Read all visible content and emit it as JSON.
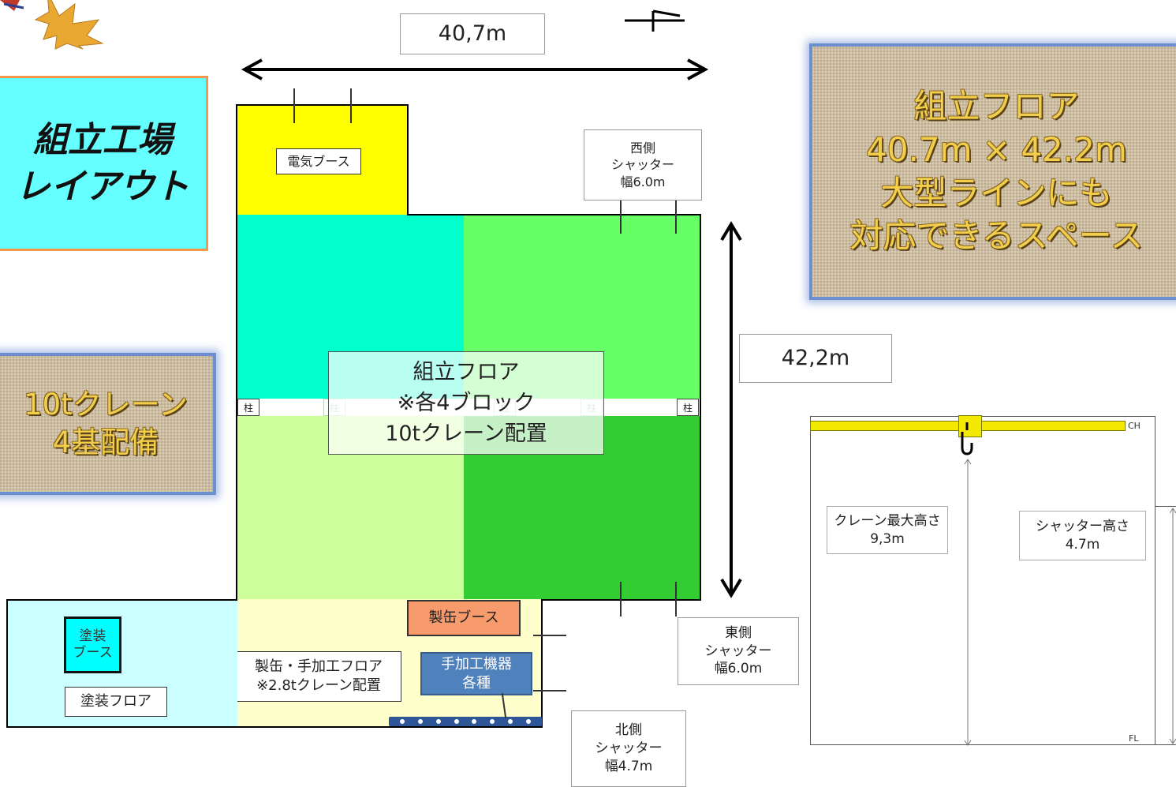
{
  "title_box": {
    "line1": "組立工場",
    "line2": "レイアウト"
  },
  "info_crane": {
    "line1": "10tクレーン",
    "line2": "4基配備"
  },
  "info_floor": {
    "line1": "組立フロア",
    "line2": "40.7m × 42.2m",
    "line3": "大型ラインにも",
    "line4": "対応できるスペース"
  },
  "dimensions": {
    "width": "40,7m",
    "depth": "42,2m"
  },
  "layout": {
    "electric_booth": "電気ブース",
    "assembly_floor": {
      "line1": "組立フロア",
      "line2": "※各4ブロック",
      "line3": "10tクレーン配置"
    },
    "pillar": "柱",
    "fab_booth": "製缶ブース",
    "fab_floor": {
      "line1": "製缶・手加工フロア",
      "line2": "※2.8tクレーン配置"
    },
    "hand_tools": {
      "line1": "手加工機器",
      "line2": "各種"
    },
    "paint_booth": {
      "line1": "塗装",
      "line2": "ブース"
    },
    "paint_floor": "塗装フロア"
  },
  "shutters": {
    "west": {
      "line1": "西側",
      "line2": "シャッター",
      "line3": "幅6.0m"
    },
    "east": {
      "line1": "東側",
      "line2": "シャッター",
      "line3": "幅6.0m"
    },
    "north": {
      "line1": "北側",
      "line2": "シャッター",
      "line3": "幅4.7m"
    }
  },
  "elevation": {
    "ch_label": "CH",
    "fl_label": "FL",
    "crane_height": {
      "line1": "クレーン最大高さ",
      "line2": "9,3m"
    },
    "shutter_height": {
      "line1": "シャッター高さ",
      "line2": "4.7m"
    }
  },
  "colors": {
    "electric": "#ffff00",
    "block_nw": "#00ffcc",
    "block_ne": "#66ff66",
    "block_sw": "#ccff99",
    "block_se": "#33cc33",
    "fab_floor": "#ffffcc",
    "paint_floor": "#ccffff",
    "paint_booth": "#00ffff",
    "fab_booth": "#f79a6c",
    "hand_tools": "#4f81bd",
    "title_bg": "#66ffff",
    "crane_rail": "#f2e800"
  }
}
